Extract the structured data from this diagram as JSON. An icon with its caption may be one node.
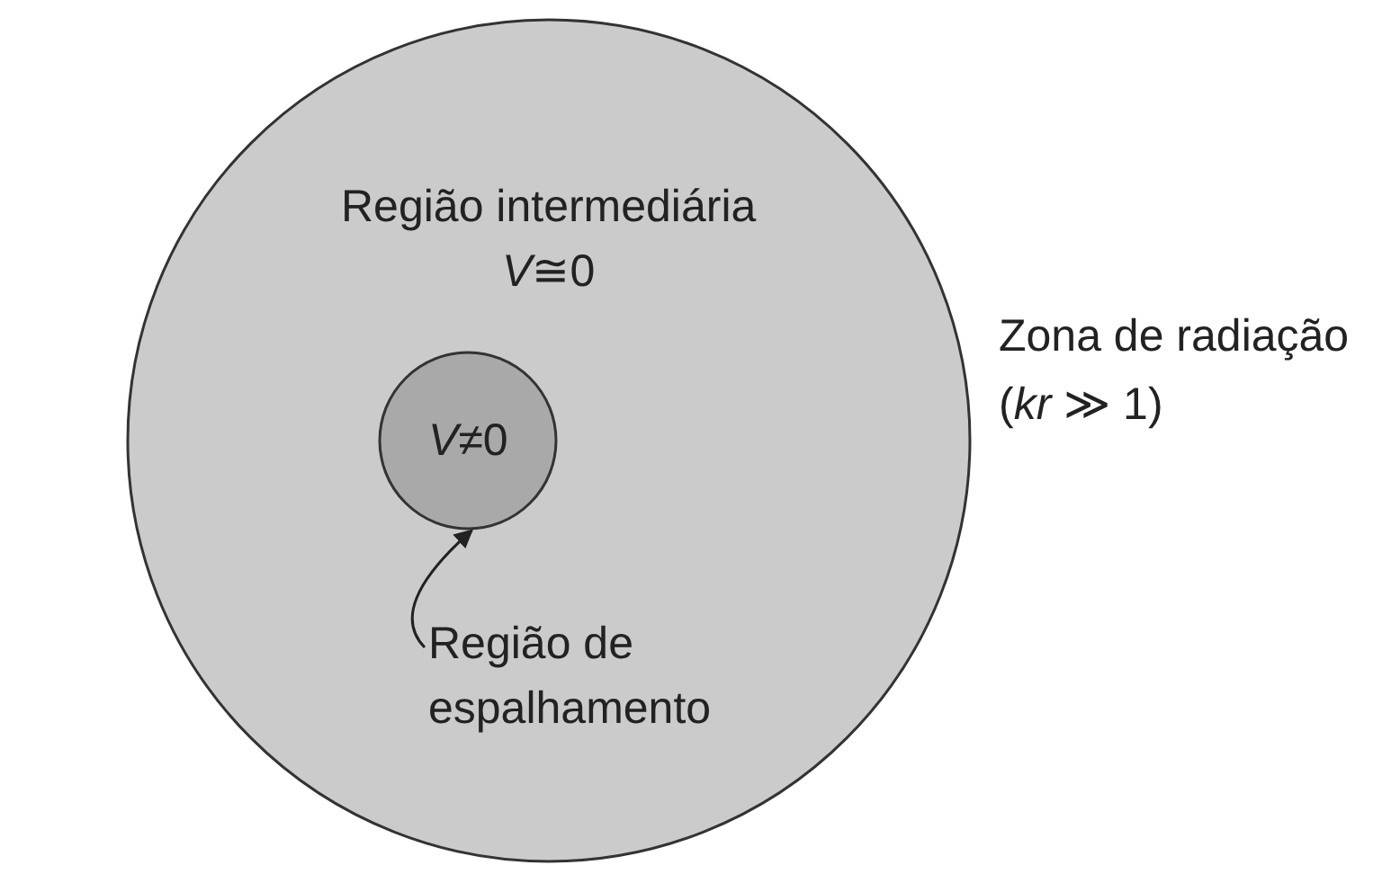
{
  "diagram": {
    "nodes": [
      {
        "text": [
          "Região intermediária",
          "*V*≅0"
        ]
      },
      {
        "text": [
          "*V*≠0"
        ],
        "in": 0
      },
      {
        "text": [
          "Região de espalhamento"
        ],
        "in": 0
      }
    ],
    "edges": [
      {
        "from": 2,
        "to": 1,
        "arrow": "to"
      }
    ],
    "labels": [
      "Zona de radiação",
      "(*kr* ≫ 1)"
    ]
  }
}
